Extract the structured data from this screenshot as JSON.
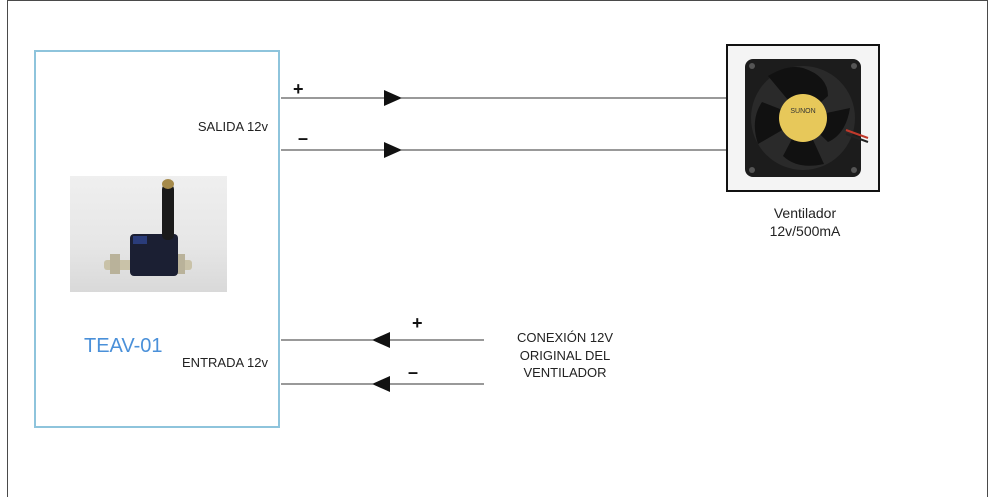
{
  "module": {
    "title": "TEAV-01",
    "output_label": "SALIDA 12v",
    "input_label": "ENTRADA 12v",
    "border_color": "#8ec4dc",
    "title_color": "#4a90d9"
  },
  "fan": {
    "caption_line1": "Ventilador",
    "caption_line2": "12v/500mA",
    "brand": "SUNON"
  },
  "source": {
    "line1": "CONEXIÓN 12V",
    "line2": "ORIGINAL DEL",
    "line3": "VENTILADOR"
  },
  "wires": {
    "output_plus_sign": "+",
    "output_minus_sign": "–",
    "input_plus_sign": "+",
    "input_minus_sign": "–"
  }
}
